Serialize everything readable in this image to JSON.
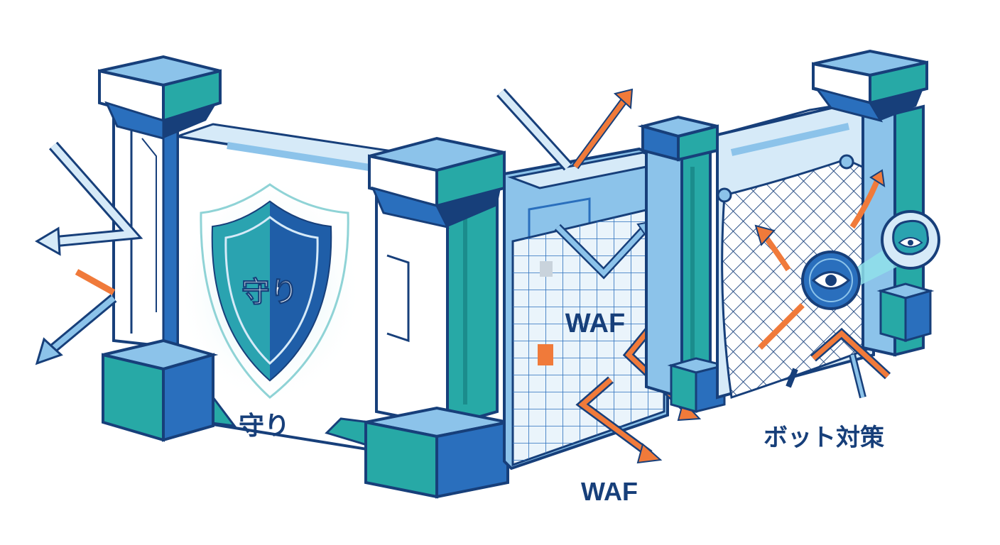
{
  "labels": {
    "shield_badge": "守り",
    "defense": "守り",
    "waf_panel": "WAF",
    "waf": "WAF",
    "bot": "ボット対策"
  },
  "colors": {
    "navy": "#173f7a",
    "blue": "#2a6fbd",
    "mid_blue": "#3f8ed6",
    "light_blue": "#8cc3ea",
    "pale_blue": "#d6eaf8",
    "teal": "#27a9a6",
    "teal_dark": "#1b8c8c",
    "orange": "#f07a3a",
    "white": "#ffffff"
  },
  "icons": {
    "shield": "shield-icon",
    "eye": "eye-icon",
    "brain": "brain-eye-icon",
    "net": "bot-net-icon",
    "grid": "waf-grid-icon"
  }
}
